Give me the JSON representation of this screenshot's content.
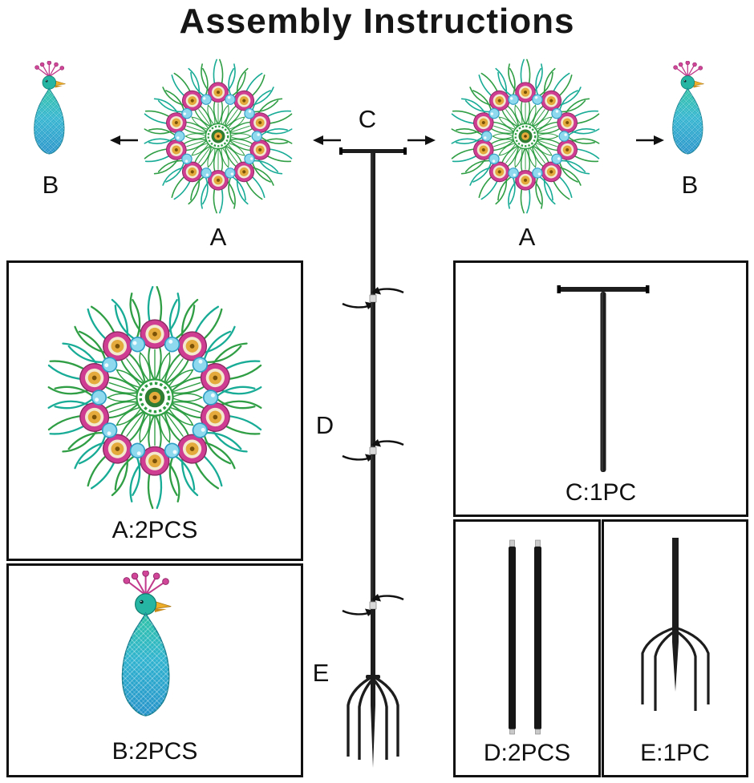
{
  "title": "Assembly Instructions",
  "callouts": {
    "a": "A",
    "b": "B",
    "c": "C",
    "d": "D",
    "e": "E"
  },
  "parts": {
    "a": "A:2PCS",
    "b": "B:2PCS",
    "c": "C:1PC",
    "d": "D:2PCS",
    "e": "E:1PC"
  },
  "icons": {
    "wheel": "peacock-feather-wheel",
    "peacock": "peacock-body-ornament",
    "pole": "center-pole-assembly",
    "t_pole": "t-shaped-top-pole",
    "pole_pair": "extension-pole-pair",
    "stake": "five-prong-ground-stake",
    "arrow": "assembly-direction-arrow",
    "swirl": "twist-to-connect-arrows"
  },
  "colors": {
    "feather_green": "#2f9e44",
    "feather_teal": "#18ab96",
    "eye_magenta": "#cf3d92",
    "eye_gold": "#e4aa3c",
    "bead_blue": "#8fd9ef",
    "crown_magenta": "#d14598",
    "body_teal": "#2cc2a4",
    "body_blue": "#2492c9",
    "beak_gold": "#efae2a",
    "metal_dark": "#1d1d1d",
    "metal_silver": "#d9d9d9",
    "ink": "#111111"
  }
}
